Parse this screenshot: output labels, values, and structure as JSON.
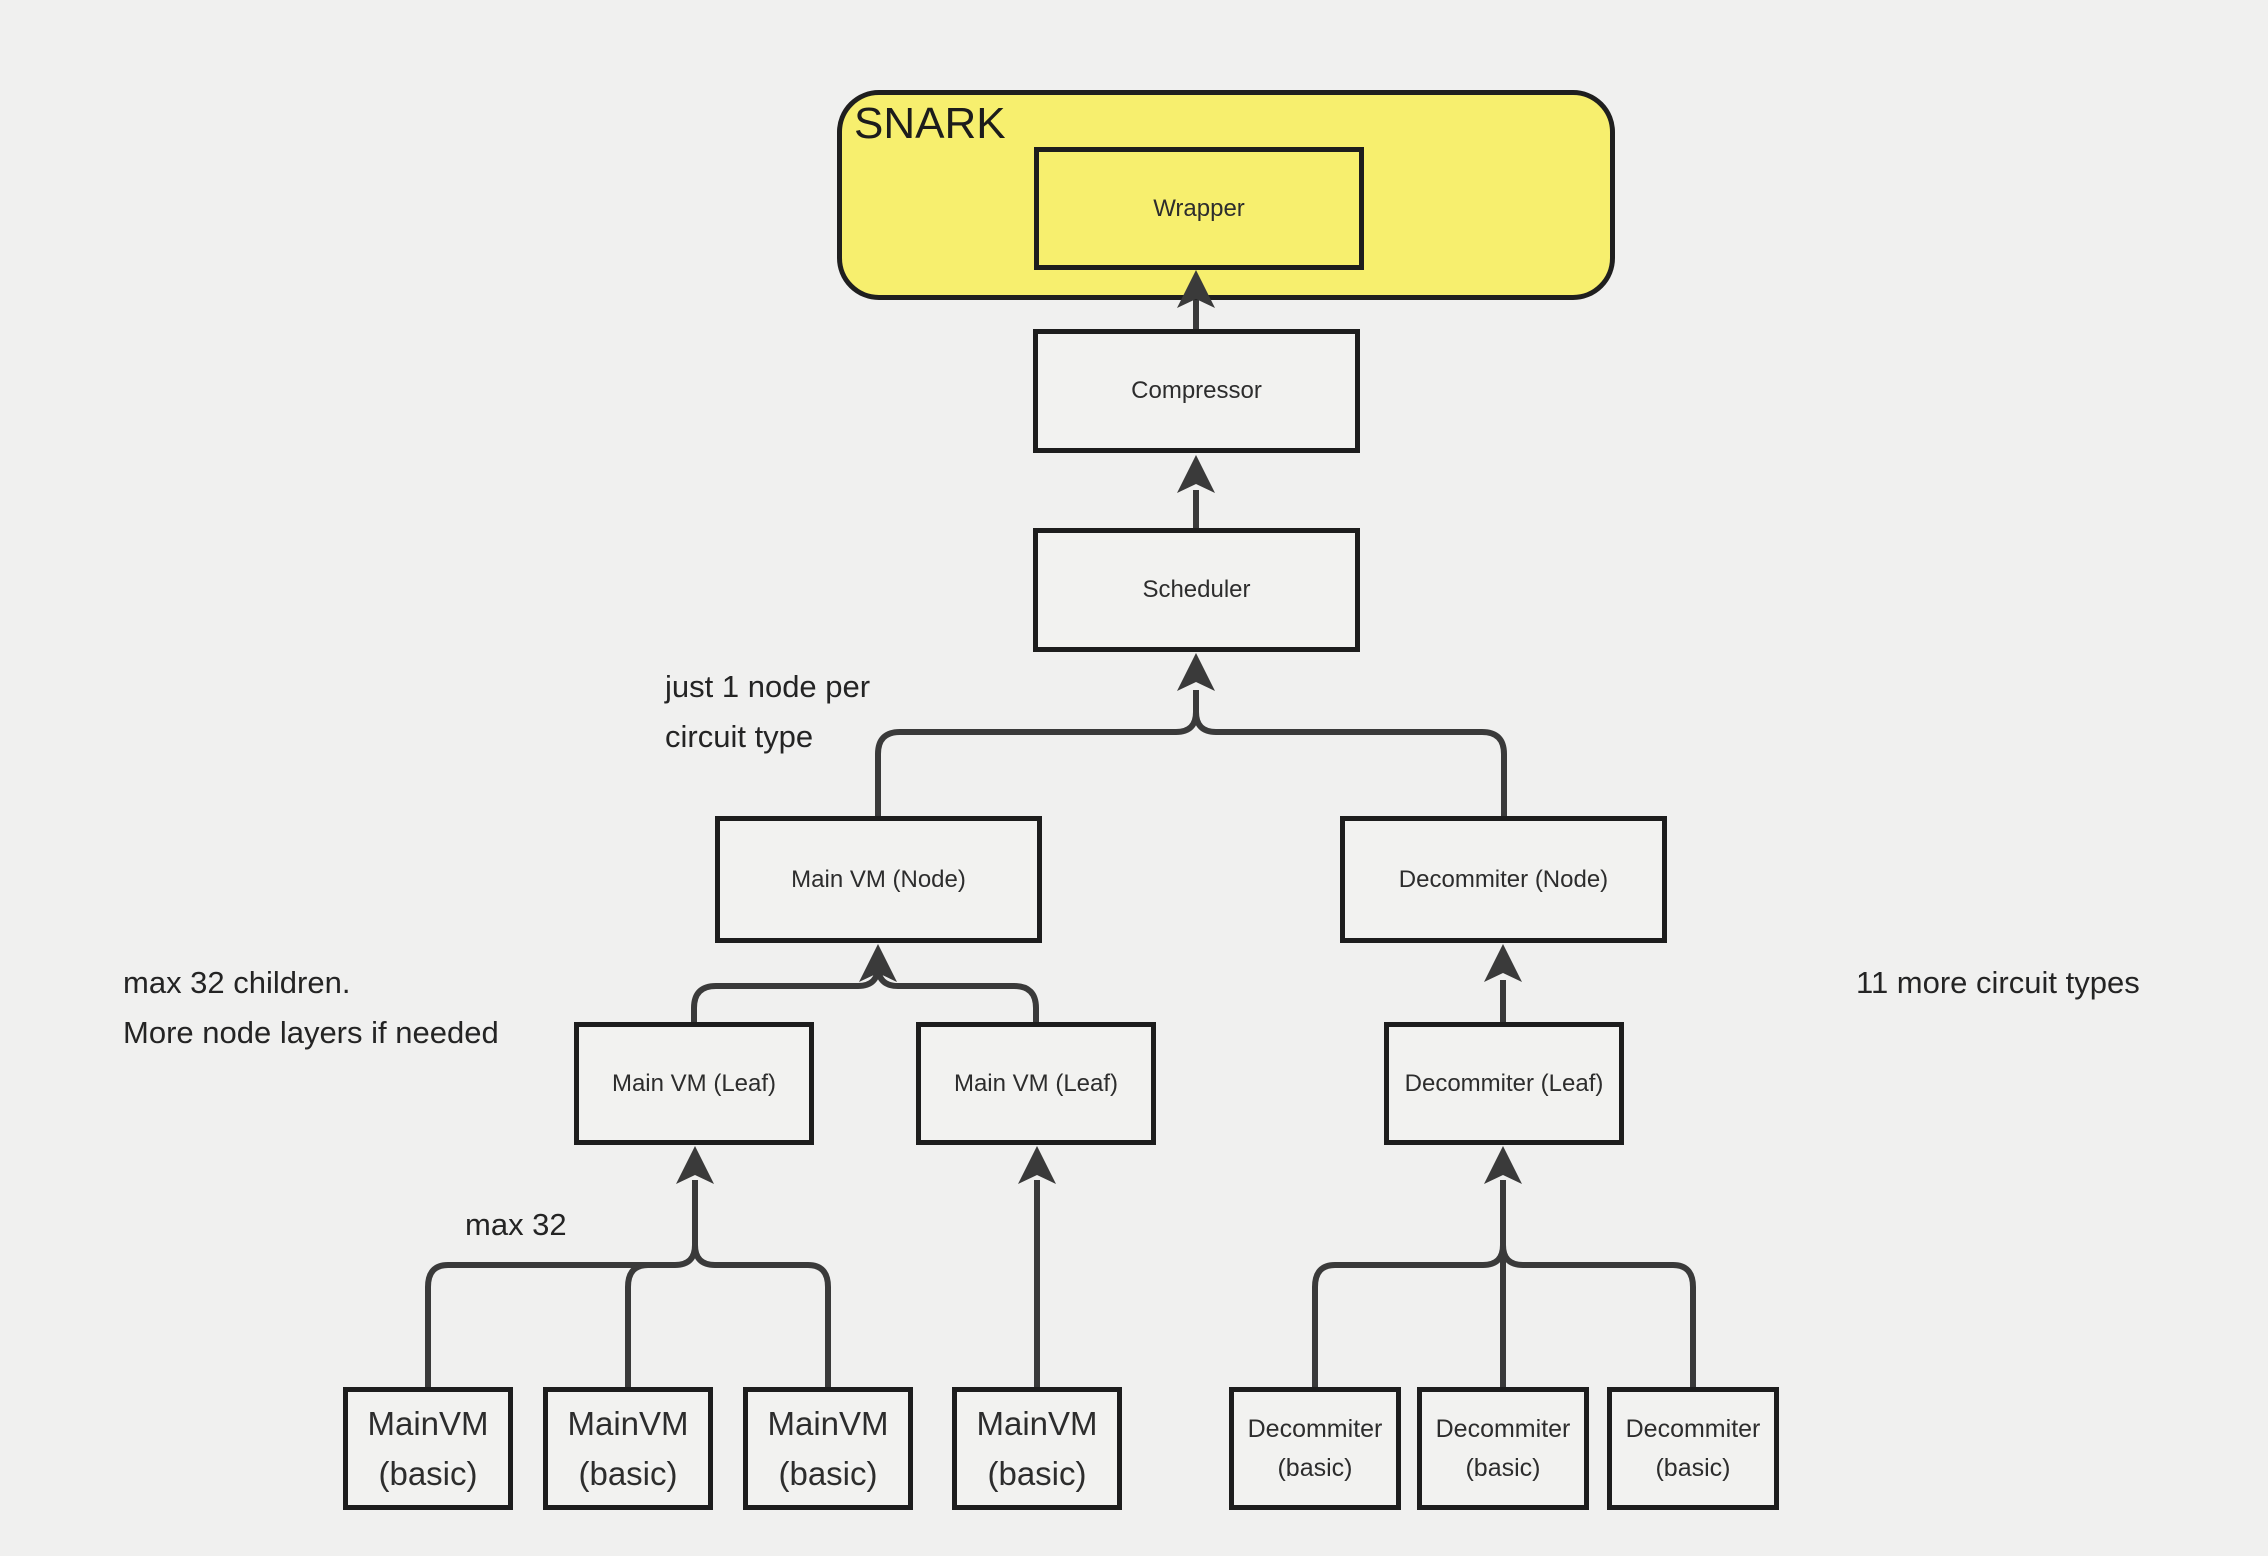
{
  "diagram": {
    "container": {
      "title": "SNARK"
    },
    "nodes": {
      "wrapper": "Wrapper",
      "compressor": "Compressor",
      "scheduler": "Scheduler",
      "mainvm_node": "Main VM (Node)",
      "decommiter_node": "Decommiter (Node)",
      "mainvm_leaf_1": "Main VM (Leaf)",
      "mainvm_leaf_2": "Main VM (Leaf)",
      "decommiter_leaf": "Decommiter (Leaf)",
      "mainvm_basic_1": "MainVM (basic)",
      "mainvm_basic_2": "MainVM (basic)",
      "mainvm_basic_3": "MainVM (basic)",
      "mainvm_basic_4": "MainVM (basic)",
      "decommiter_basic_1": "Decommiter (basic)",
      "decommiter_basic_2": "Decommiter (basic)",
      "decommiter_basic_3": "Decommiter (basic)"
    },
    "annotations": {
      "just_one_node": "just 1 node per\ncircuit type",
      "max_32_children": "max 32 children.\nMore node layers if needed",
      "max_32": "max 32",
      "more_circuit_types": "11 more circuit types"
    },
    "colors": {
      "bg": "#f0f0ef",
      "box-fill": "#f2f2f0",
      "box-border": "#1d1d1d",
      "container-fill": "#f7ef6e",
      "container-border": "#1f1f1f",
      "line": "#3a3a3a"
    }
  }
}
